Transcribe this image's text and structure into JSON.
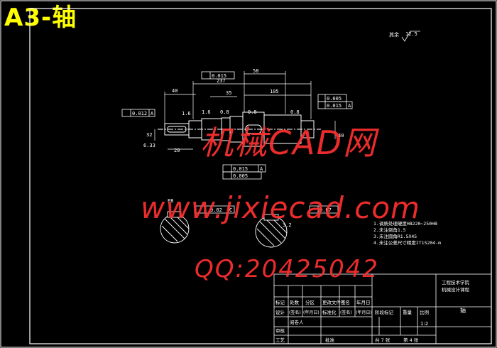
{
  "title": "A3-轴",
  "watermark": {
    "line1": "机械CAD网",
    "line2": "www.jixiecad.com",
    "line3": "QQ:20425042"
  },
  "drawing": {
    "roughness": {
      "label": "其余",
      "value": "12.5"
    },
    "dims": {
      "d58": "58",
      "d237": "237",
      "d40": "40",
      "d35": "35",
      "d105": "105",
      "d16": "1.6",
      "d08a": "0.8",
      "d16b": "1.6",
      "d08b": "0.8",
      "d08c": "0.8",
      "d633": "6.33",
      "d20": "20",
      "d32": "32",
      "d40b": "40",
      "d32b": "3.2",
      "p8": "P8"
    },
    "tolerances": {
      "t1": "0.015",
      "t2": "0.005",
      "t3": "0.015",
      "t4": "0.012",
      "t5": "0.015",
      "t6": "0.005",
      "t7": "0.02",
      "t8": "0.07"
    },
    "datums": {
      "a": "A",
      "c": "C"
    },
    "notes": [
      "1.调质处理硬度HB220~250HB",
      "2.未注倒角1.5",
      "3.未注圆角R1.5X45",
      "4.未注公差尺寸精度IT1S204-m"
    ]
  },
  "titleblock": {
    "company": "工程技术学院",
    "sub": "机械设计课程",
    "part_name": "轴",
    "row_labels": [
      "标记",
      "处数",
      "分区",
      "更改文件号",
      "签名",
      "年月日"
    ],
    "design_row": [
      "设计",
      "(签名)",
      "(年月日)",
      "标准化",
      "(签名)",
      "(年月日)"
    ],
    "stage_label": "阶段标记",
    "weight_label": "重量",
    "scale_label": "比例",
    "scale_value": "1:2",
    "review": "审核",
    "craft": "工艺",
    "approve": "批准",
    "sheet_total": "共 7 张",
    "sheet_no": "第 4 张",
    "process": "阅卷人"
  },
  "colors": {
    "background": "#000000",
    "linework": "#ffffff",
    "title": "#ffff00",
    "watermark": "#ff3030"
  }
}
